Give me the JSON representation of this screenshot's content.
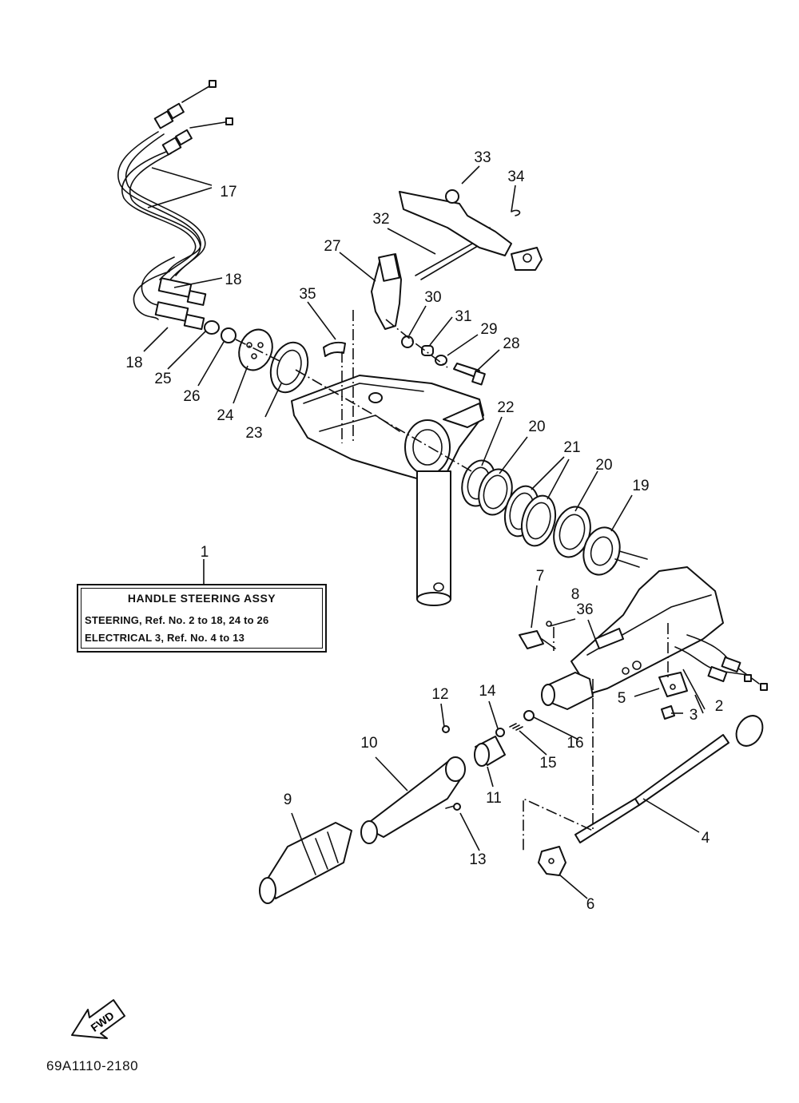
{
  "caption": {
    "title": "HANDLE STEERING ASSY",
    "line1": "STEERING,  Ref. No. 2 to 18, 24 to 26",
    "line2": "ELECTRICAL 3, Ref. No. 4 to 13"
  },
  "fwd_label": "FWD",
  "drawing_code": "69A1110-2180",
  "callouts": {
    "c1": "1",
    "c2": "2",
    "c3": "3",
    "c4": "4",
    "c5": "5",
    "c6": "6",
    "c7": "7",
    "c8": "8",
    "c9": "9",
    "c10": "10",
    "c11": "11",
    "c12": "12",
    "c13": "13",
    "c14": "14",
    "c15": "15",
    "c16": "16",
    "c17": "17",
    "c18a": "18",
    "c18b": "18",
    "c19": "19",
    "c20a": "20",
    "c20b": "20",
    "c21": "21",
    "c22": "22",
    "c23": "23",
    "c24": "24",
    "c25": "25",
    "c26": "26",
    "c27": "27",
    "c28": "28",
    "c29": "29",
    "c30": "30",
    "c31": "31",
    "c32": "32",
    "c33": "33",
    "c34": "34",
    "c35": "35",
    "c36": "36"
  }
}
